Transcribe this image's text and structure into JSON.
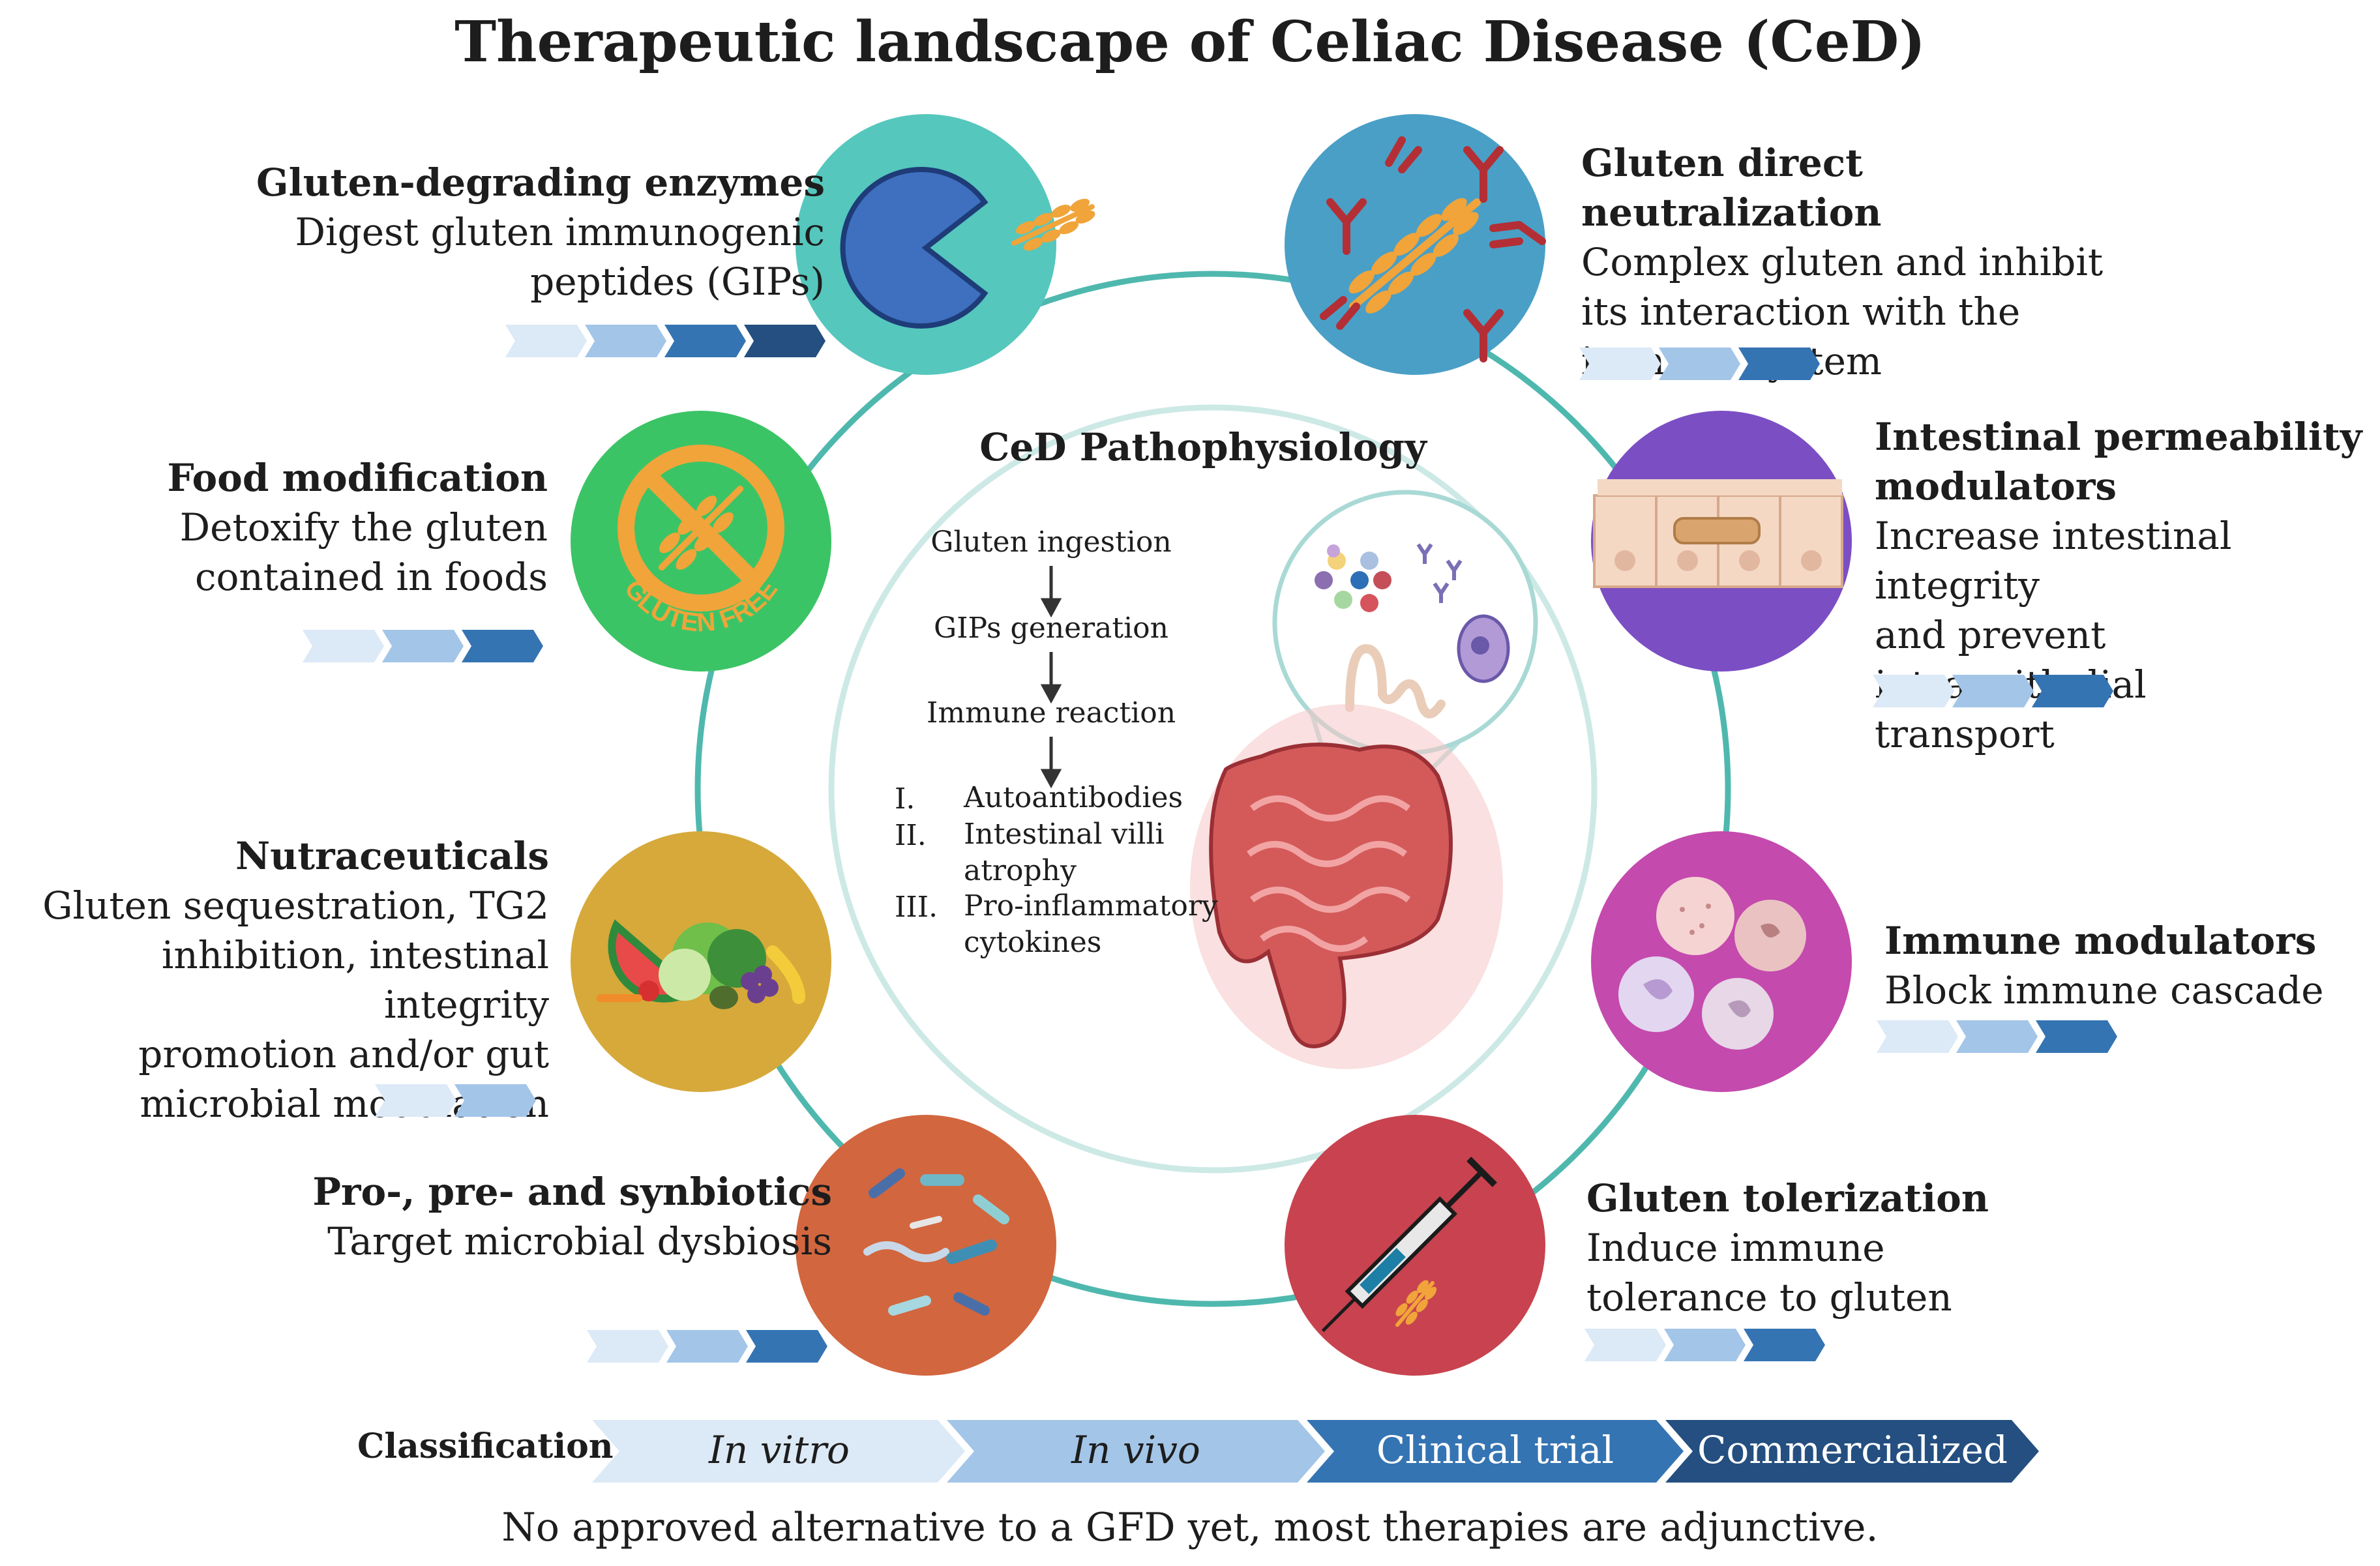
{
  "title": "Therapeutic landscape of Celiac Disease (CeD)",
  "center": {
    "title": "CeD Pathophysiology",
    "steps": [
      "Gluten ingestion",
      "GIPs generation",
      "Immune reaction"
    ],
    "outcomes": [
      {
        "num": "I.",
        "text": "Autoantibodies"
      },
      {
        "num": "II.",
        "text_lines": [
          "Intestinal villi",
          "atrophy"
        ]
      },
      {
        "num": "III.",
        "text_lines": [
          "Pro-inflammatory",
          "cytokines"
        ]
      }
    ]
  },
  "therapies": {
    "enzymes": {
      "title": "Gluten-degrading enzymes",
      "desc_lines": [
        "Digest gluten immunogenic",
        "peptides (GIPs)"
      ],
      "stages": 4,
      "icon": "pacman-icon",
      "color": "#55c7bd"
    },
    "neutralization": {
      "title": "Gluten direct neutralization",
      "desc_lines": [
        "Complex gluten and inhibit",
        "its interaction with the",
        "immune system"
      ],
      "stages": 3,
      "icon": "antibody-icon",
      "color": "#4a9fc6"
    },
    "food": {
      "title": "Food modification",
      "desc_lines": [
        "Detoxify the gluten",
        "contained in foods"
      ],
      "stages": 3,
      "icon": "gluten-free-icon",
      "icon_text": "GLUTEN FREE",
      "color": "#3bc466"
    },
    "permeability": {
      "title_lines": [
        "Intestinal permeability",
        "modulators"
      ],
      "desc_lines": [
        "Increase intestinal integrity",
        "and prevent intraepithelial",
        "transport"
      ],
      "stages": 3,
      "icon": "epithelium-icon",
      "color": "#7b4ec4"
    },
    "nutraceuticals": {
      "title": "Nutraceuticals",
      "desc_lines": [
        "Gluten sequestration, TG2",
        "inhibition, intestinal integrity",
        "promotion and/or gut",
        "microbial modulation"
      ],
      "stages": 2,
      "icon": "fruits-icon",
      "color": "#d6a93a"
    },
    "immune": {
      "title": "Immune modulators",
      "desc_lines": [
        "Block immune cascade"
      ],
      "stages": 3,
      "icon": "immune-cells-icon",
      "color": "#c44aae"
    },
    "probiotics": {
      "title": "Pro-, pre- and synbiotics",
      "desc_lines": [
        "Target microbial dysbiosis"
      ],
      "stages": 3,
      "icon": "bacteria-icon",
      "color": "#d2663e"
    },
    "tolerization": {
      "title": "Gluten tolerization",
      "desc_lines": [
        "Induce immune",
        "tolerance to gluten"
      ],
      "stages": 3,
      "icon": "syringe-icon",
      "color": "#c8434f"
    }
  },
  "classification": {
    "label": "Classification",
    "stages": [
      {
        "label": "In vitro",
        "italic": true,
        "color": "#dce9f6"
      },
      {
        "label": "In vivo",
        "italic": true,
        "color": "#a3c5e8"
      },
      {
        "label": "Clinical trial",
        "italic": false,
        "color": "#3574b3"
      },
      {
        "label": "Commercialized",
        "italic": false,
        "color": "#244f80"
      }
    ]
  },
  "footer": "No approved alternative to a GFD yet, most therapies are adjunctive."
}
